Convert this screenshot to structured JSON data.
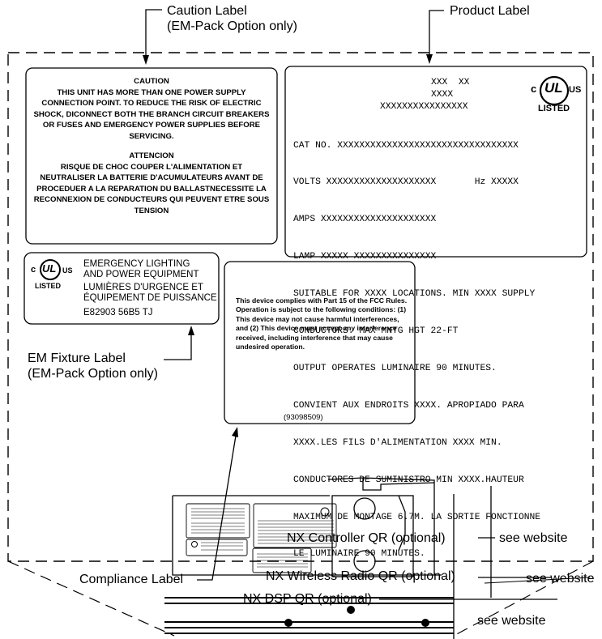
{
  "callouts": {
    "caution_label": [
      "Caution Label",
      "(EM-Pack Option only)"
    ],
    "product_label": "Product Label",
    "em_fixture_label": [
      "EM Fixture Label",
      "(EM-Pack Option only)"
    ],
    "nx_controller_qr": "NX Controller QR (optional)",
    "see_website_1": "see website",
    "compliance_label": "Compliance Label",
    "nx_wireless_qr": "NX Wireless Radio QR (optional)",
    "see_website_2": "see website",
    "nx_dsp_qr": "NX DSP QR (optional)",
    "see_website_3": "see website"
  },
  "caution_box": {
    "title_en": "CAUTION",
    "body_en": "THIS UNIT HAS MORE THAN ONE POWER SUPPLY CONNECTION POINT. TO REDUCE THE RISK OF ELECTRIC SHOCK, DICONNECT BOTH THE BRANCH CIRCUIT BREAKERS OR FUSES AND EMERGENCY POWER SUPPLIES BEFORE SERVICING.",
    "title_fr": "ATTENCION",
    "body_fr": "RISQUE DE CHOC COUPER L'ALIMENTATION ET NEUTRALISER LA BATTERIE D'ACUMULATEURS AVANT DE PROCEDUER A LA REPARATION DU BALLASTNECESSITE LA RECONNEXION DE CONDUCTEURS QUI PEUVENT ETRE SOUS TENSION"
  },
  "product_box": {
    "top_lines": [
      "XXX  XX",
      "XXXX",
      "XXXXXXXXXXXXXXXX"
    ],
    "ul_c": "c",
    "ul_mark": "UL",
    "ul_us": "US",
    "ul_listed": "LISTED",
    "lines": [
      "CAT NO. XXXXXXXXXXXXXXXXXXXXXXXXXXXXXXXXX",
      "VOLTS XXXXXXXXXXXXXXXXXXXX       Hz XXXXX",
      "AMPS XXXXXXXXXXXXXXXXXXXXX",
      "LAMP XXXXX XXXXXXXXXXXXXXX",
      "SUITABLE FOR XXXX LOCATIONS. MIN XXXX SUPPLY",
      "CONDUCTORS. MAX MNTG HGT 22-FT",
      "OUTPUT OPERATES LUMINAIRE 90 MINUTES.",
      "CONVIENT AUX ENDROITS XXXX. APROPIADO PARA",
      "XXXX.LES FILS D'ALIMENTATION XXXX MIN.",
      "CONDUCTORES DE SUMINISTRO MIN XXXX.HAUTEUR",
      "MAXIMUM DE MONTAGE 6.7M. LA SORTIE FONCTIONNE",
      "LE LUMINAIRE 90 MINUTES."
    ]
  },
  "em_box": {
    "ul_c": "c",
    "ul_mark": "UL",
    "ul_us": "US",
    "ul_listed": "LISTED",
    "lines": [
      "EMERGENCY LIGHTING",
      "AND POWER EQUIPMENT",
      "LUMIÈRES D'URGENCE ET",
      "ÉQUIPEMENT DE PUISSANCE"
    ],
    "code": "E82903 56B5 TJ"
  },
  "fcc_box": {
    "text": "This device complies with Part 15 of the FCC Rules. Operation is subject to the following conditions: (1) This device may not cause harmful interferences, and (2) This device must accept any interference received, including interference that may cause undesired operation.",
    "part_no": "(93098509)"
  },
  "colors": {
    "line": "#000000",
    "background": "#ffffff",
    "faint": "#bbbbbb"
  }
}
